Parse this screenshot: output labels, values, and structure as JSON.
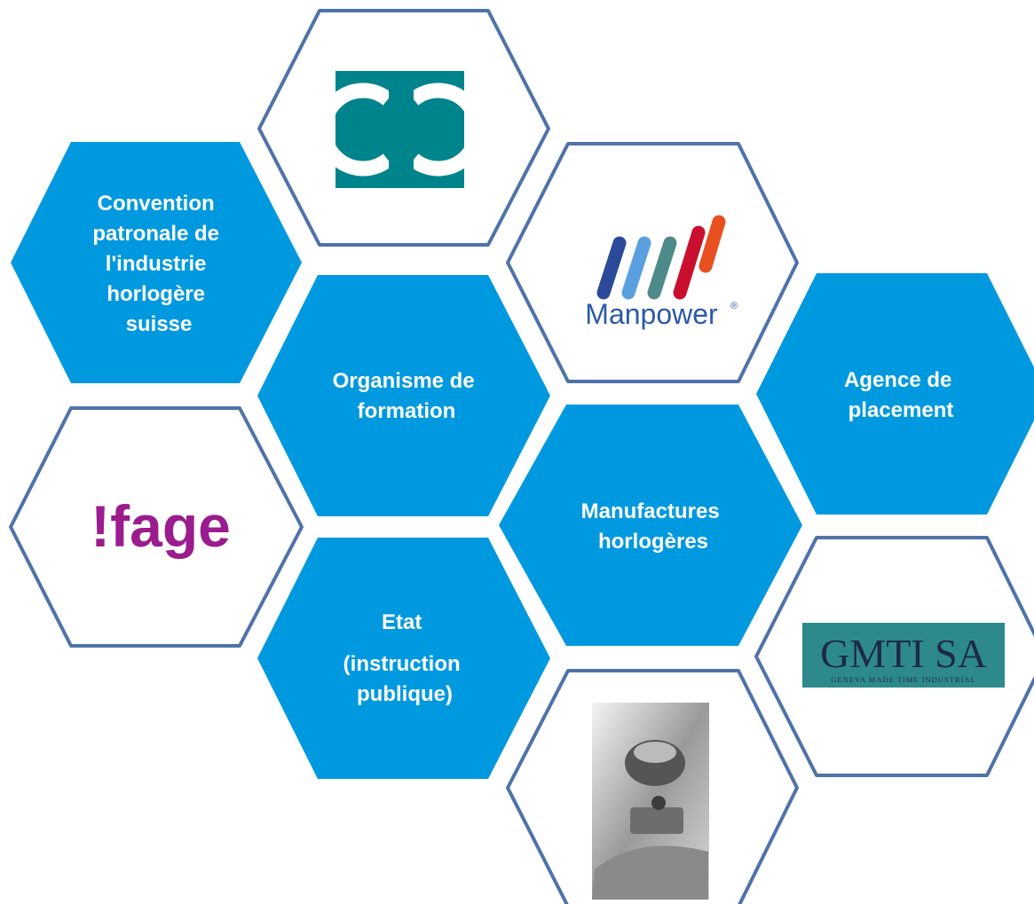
{
  "colors": {
    "hex_fill": "#0099e0",
    "hex_outline": "#4f73a8",
    "cp_logo_bg": "#00848c",
    "ifage_purple": "#9b1c8e",
    "manpower_blue_text": "#2b5aa6",
    "gmti_bg": "#2e8a8a",
    "gmti_text": "#1c2a4a"
  },
  "nodes": {
    "cp_label": "Convention patronale de l'industrie horlogère suisse",
    "cp_lines": [
      "Convention",
      "patronale de",
      "l'industrie",
      "horlogère",
      "suisse"
    ],
    "training_lines": [
      "Organisme de",
      "formation"
    ],
    "agency_lines": [
      "Agence de",
      "placement"
    ],
    "manufactures_lines": [
      "Manufactures",
      "horlogères"
    ],
    "state_lines": [
      "Etat",
      "(instruction",
      "publique)"
    ]
  },
  "logos": {
    "cp_icon": "cp-logo-icon",
    "ifage_text": "!fage",
    "manpower_text": "Manpower",
    "manpower_registered": "®",
    "gmti_title": "GMTI SA",
    "gmti_subtitle": "GENEVA MADE TIME INDUSTRIAL",
    "watchmaker_photo": "watchmaker-photo-icon"
  }
}
